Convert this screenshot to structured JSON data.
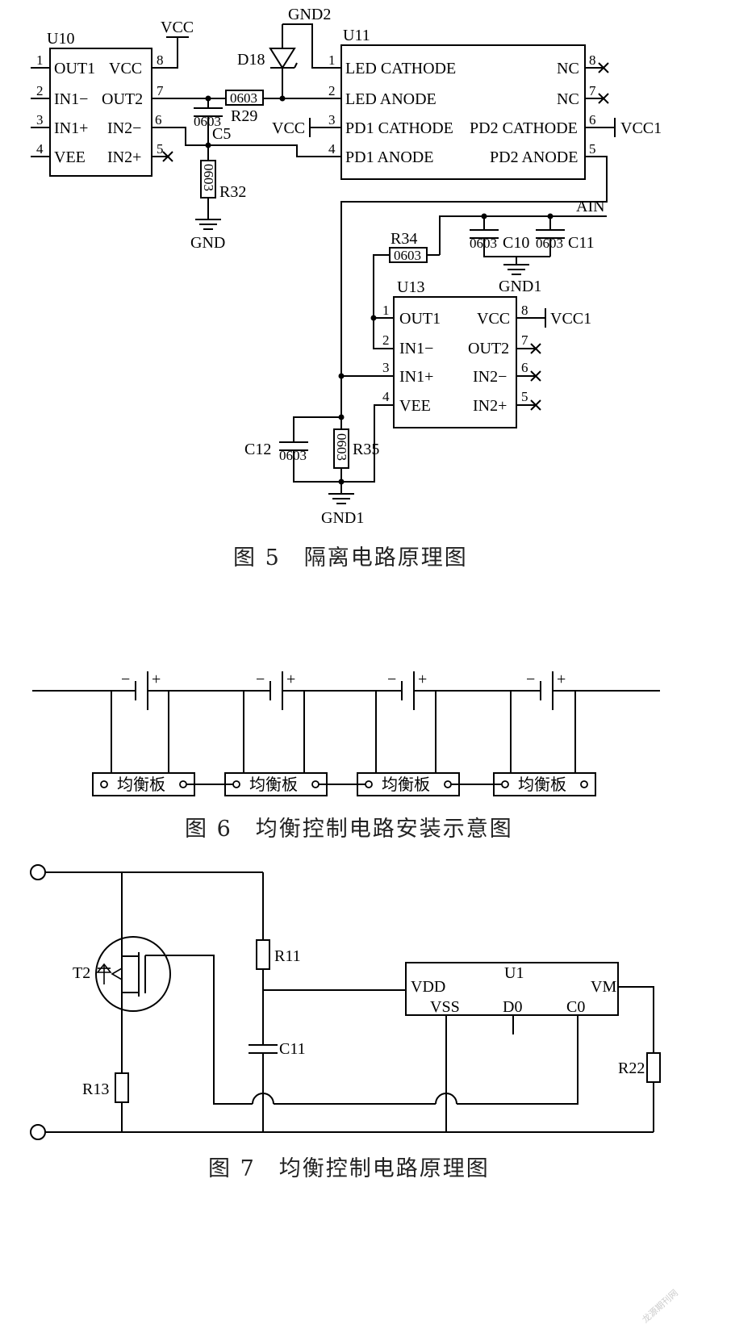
{
  "fig5": {
    "caption": "图 5　隔离电路原理图",
    "u10": {
      "name": "U10",
      "pins": [
        {
          "num": "1",
          "label": "OUT1"
        },
        {
          "num": "2",
          "label": "IN1−"
        },
        {
          "num": "3",
          "label": "IN1+"
        },
        {
          "num": "4",
          "label": "VEE"
        },
        {
          "num": "8",
          "label": "VCC"
        },
        {
          "num": "7",
          "label": "OUT2"
        },
        {
          "num": "6",
          "label": "IN2−"
        },
        {
          "num": "5",
          "label": "IN2+"
        }
      ]
    },
    "u11": {
      "name": "U11",
      "pins": [
        {
          "num": "1",
          "label": "LED CATHODE"
        },
        {
          "num": "2",
          "label": "LED ANODE"
        },
        {
          "num": "3",
          "label": "PD1 CATHODE"
        },
        {
          "num": "4",
          "label": "PD1 ANODE"
        },
        {
          "num": "8",
          "label": "NC"
        },
        {
          "num": "7",
          "label": "NC"
        },
        {
          "num": "6",
          "label": "PD2 CATHODE"
        },
        {
          "num": "5",
          "label": "PD2 ANODE"
        }
      ]
    },
    "u13": {
      "name": "U13",
      "pins": [
        {
          "num": "1",
          "label": "OUT1"
        },
        {
          "num": "2",
          "label": "IN1−"
        },
        {
          "num": "3",
          "label": "IN1+"
        },
        {
          "num": "4",
          "label": "VEE"
        },
        {
          "num": "8",
          "label": "VCC"
        },
        {
          "num": "7",
          "label": "OUT2"
        },
        {
          "num": "6",
          "label": "IN2−"
        },
        {
          "num": "5",
          "label": "IN2+"
        }
      ]
    },
    "nets": {
      "vcc": "VCC",
      "vcc1": "VCC1",
      "gnd": "GND",
      "gnd1": "GND1",
      "gnd2": "GND2",
      "ain": "AIN"
    },
    "components": {
      "d18": "D18",
      "r29": "R29",
      "c5": "C5",
      "r32": "R32",
      "r34": "R34",
      "c10": "C10",
      "c11": "C11",
      "c12": "C12",
      "r35": "R35",
      "package": "0603"
    }
  },
  "fig6": {
    "caption": "图 6　均衡控制电路安装示意图",
    "board_label": "均衡板",
    "minus": "−",
    "plus": "+"
  },
  "fig7": {
    "caption": "图 7　均衡控制电路原理图",
    "t2": "T2",
    "r11": "R11",
    "c11": "C11",
    "r13": "R13",
    "r22": "R22",
    "u1": {
      "name": "U1",
      "pins": [
        "VDD",
        "VSS",
        "D0",
        "C0",
        "VM"
      ]
    }
  },
  "watermark": "龙源期刊网"
}
